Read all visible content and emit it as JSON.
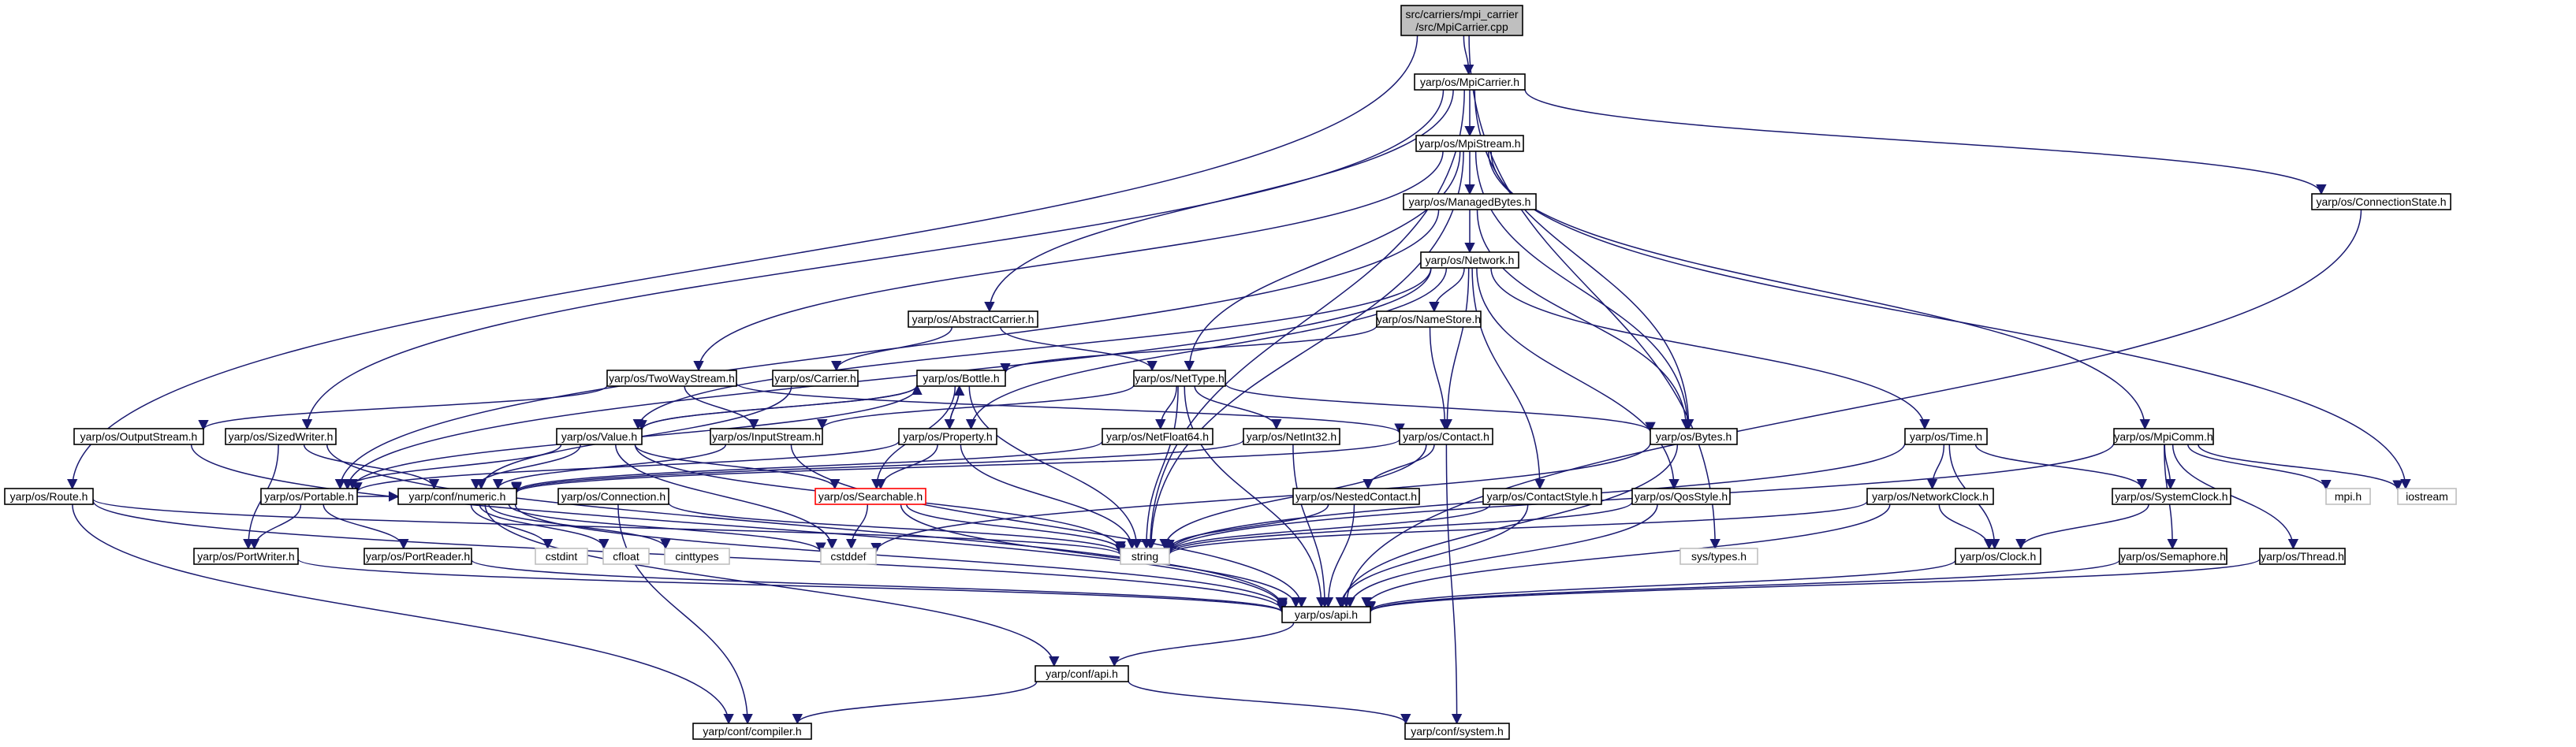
{
  "diagram": {
    "type": "include-dependency-graph",
    "colors": {
      "edge": "#191970",
      "node_border": "#000000",
      "node_fill": "#ffffff",
      "root_fill": "#bfbfbf",
      "missing_border": "#bfbfbf",
      "incomplete_border": "#ff0000"
    },
    "nodes": {
      "root": {
        "lines": [
          "src/carriers/mpi_carrier",
          "/src/MpiCarrier.cpp"
        ],
        "style": "root"
      },
      "mpicarrier": {
        "label": "yarp/os/MpiCarrier.h",
        "style": "normal"
      },
      "route": {
        "label": "yarp/os/Route.h",
        "style": "normal"
      },
      "mpistream": {
        "label": "yarp/os/MpiStream.h",
        "style": "normal"
      },
      "connstate": {
        "label": "yarp/os/ConnectionState.h",
        "style": "normal"
      },
      "managedbytes": {
        "label": "yarp/os/ManagedBytes.h",
        "style": "normal"
      },
      "network": {
        "label": "yarp/os/Network.h",
        "style": "normal"
      },
      "abstractcarrier": {
        "label": "yarp/os/AbstractCarrier.h",
        "style": "normal"
      },
      "namestore": {
        "label": "yarp/os/NameStore.h",
        "style": "normal"
      },
      "twowaystream": {
        "label": "yarp/os/TwoWayStream.h",
        "style": "normal"
      },
      "carrier": {
        "label": "yarp/os/Carrier.h",
        "style": "normal"
      },
      "bottle": {
        "label": "yarp/os/Bottle.h",
        "style": "normal"
      },
      "nettype": {
        "label": "yarp/os/NetType.h",
        "style": "normal"
      },
      "outputstream": {
        "label": "yarp/os/OutputStream.h",
        "style": "normal"
      },
      "sizedwriter": {
        "label": "yarp/os/SizedWriter.h",
        "style": "normal"
      },
      "value": {
        "label": "yarp/os/Value.h",
        "style": "normal"
      },
      "inputstream": {
        "label": "yarp/os/InputStream.h",
        "style": "normal"
      },
      "property": {
        "label": "yarp/os/Property.h",
        "style": "normal"
      },
      "netfloat64": {
        "label": "yarp/os/NetFloat64.h",
        "style": "normal"
      },
      "netint32": {
        "label": "yarp/os/NetInt32.h",
        "style": "normal"
      },
      "contact": {
        "label": "yarp/os/Contact.h",
        "style": "normal"
      },
      "bytes": {
        "label": "yarp/os/Bytes.h",
        "style": "normal"
      },
      "time": {
        "label": "yarp/os/Time.h",
        "style": "normal"
      },
      "mpicomm": {
        "label": "yarp/os/MpiComm.h",
        "style": "normal"
      },
      "portable": {
        "label": "yarp/os/Portable.h",
        "style": "normal"
      },
      "numeric": {
        "label": "yarp/conf/numeric.h",
        "style": "normal"
      },
      "connection": {
        "label": "yarp/os/Connection.h",
        "style": "normal"
      },
      "searchable": {
        "label": "yarp/os/Searchable.h",
        "style": "incomplete"
      },
      "nestedcontact": {
        "label": "yarp/os/NestedContact.h",
        "style": "normal"
      },
      "contactstyle": {
        "label": "yarp/os/ContactStyle.h",
        "style": "normal"
      },
      "qosstyle": {
        "label": "yarp/os/QosStyle.h",
        "style": "normal"
      },
      "networkclock": {
        "label": "yarp/os/NetworkClock.h",
        "style": "normal"
      },
      "systemclock": {
        "label": "yarp/os/SystemClock.h",
        "style": "normal"
      },
      "mpih": {
        "label": "mpi.h",
        "style": "missing"
      },
      "iostream": {
        "label": "iostream",
        "style": "missing"
      },
      "portwriter": {
        "label": "yarp/os/PortWriter.h",
        "style": "normal"
      },
      "portreader": {
        "label": "yarp/os/PortReader.h",
        "style": "normal"
      },
      "cstdint": {
        "label": "cstdint",
        "style": "missing"
      },
      "cfloat": {
        "label": "cfloat",
        "style": "missing"
      },
      "cinttypes": {
        "label": "cinttypes",
        "style": "missing"
      },
      "cstddef": {
        "label": "cstddef",
        "style": "missing"
      },
      "string": {
        "label": "string",
        "style": "missing"
      },
      "systypes": {
        "label": "sys/types.h",
        "style": "missing"
      },
      "clock": {
        "label": "yarp/os/Clock.h",
        "style": "normal"
      },
      "semaphore": {
        "label": "yarp/os/Semaphore.h",
        "style": "normal"
      },
      "thread": {
        "label": "yarp/os/Thread.h",
        "style": "normal"
      },
      "apih": {
        "label": "yarp/os/api.h",
        "style": "normal"
      },
      "confapi": {
        "label": "yarp/conf/api.h",
        "style": "normal"
      },
      "compiler": {
        "label": "yarp/conf/compiler.h",
        "style": "normal"
      },
      "system": {
        "label": "yarp/conf/system.h",
        "style": "normal"
      }
    },
    "edges": [
      [
        "root",
        "mpicarrier"
      ],
      [
        "root",
        "route"
      ],
      [
        "root",
        "systypes"
      ],
      [
        "mpicarrier",
        "mpistream"
      ],
      [
        "mpicarrier",
        "connstate"
      ],
      [
        "mpicarrier",
        "abstractcarrier"
      ],
      [
        "mpicarrier",
        "sizedwriter"
      ],
      [
        "mpicarrier",
        "bytes"
      ],
      [
        "mpicarrier",
        "string"
      ],
      [
        "mpistream",
        "managedbytes"
      ],
      [
        "mpistream",
        "twowaystream"
      ],
      [
        "mpistream",
        "nettype"
      ],
      [
        "mpistream",
        "mpicomm"
      ],
      [
        "mpistream",
        "iostream"
      ],
      [
        "mpistream",
        "string"
      ],
      [
        "mpistream",
        "bytes"
      ],
      [
        "managedbytes",
        "network"
      ],
      [
        "managedbytes",
        "bytes"
      ],
      [
        "managedbytes",
        "portable"
      ],
      [
        "network",
        "namestore"
      ],
      [
        "network",
        "contact"
      ],
      [
        "network",
        "time"
      ],
      [
        "network",
        "property"
      ],
      [
        "network",
        "value"
      ],
      [
        "network",
        "portable"
      ],
      [
        "network",
        "contactstyle"
      ],
      [
        "network",
        "qosstyle"
      ],
      [
        "namestore",
        "bottle"
      ],
      [
        "namestore",
        "contact"
      ],
      [
        "abstractcarrier",
        "carrier"
      ],
      [
        "abstractcarrier",
        "nettype"
      ],
      [
        "carrier",
        "numeric"
      ],
      [
        "twowaystream",
        "outputstream"
      ],
      [
        "twowaystream",
        "inputstream"
      ],
      [
        "twowaystream",
        "contact"
      ],
      [
        "bottle",
        "value"
      ],
      [
        "bottle",
        "portable"
      ],
      [
        "bottle",
        "property"
      ],
      [
        "bottle",
        "searchable"
      ],
      [
        "bottle",
        "string"
      ],
      [
        "nettype",
        "netfloat64"
      ],
      [
        "nettype",
        "netint32"
      ],
      [
        "nettype",
        "bytes"
      ],
      [
        "nettype",
        "inputstream"
      ],
      [
        "nettype",
        "string"
      ],
      [
        "nettype",
        "apih"
      ],
      [
        "outputstream",
        "apih"
      ],
      [
        "sizedwriter",
        "portwriter"
      ],
      [
        "sizedwriter",
        "numeric"
      ],
      [
        "sizedwriter",
        "apih"
      ],
      [
        "value",
        "bottle"
      ],
      [
        "value",
        "portable"
      ],
      [
        "value",
        "numeric"
      ],
      [
        "value",
        "searchable"
      ],
      [
        "value",
        "string"
      ],
      [
        "value",
        "cstddef"
      ],
      [
        "inputstream",
        "numeric"
      ],
      [
        "inputstream",
        "apih"
      ],
      [
        "property",
        "bottle"
      ],
      [
        "property",
        "searchable"
      ],
      [
        "property",
        "string"
      ],
      [
        "property",
        "portable"
      ],
      [
        "netfloat64",
        "numeric"
      ],
      [
        "netint32",
        "numeric"
      ],
      [
        "netint32",
        "apih"
      ],
      [
        "contact",
        "nestedcontact"
      ],
      [
        "contact",
        "numeric"
      ],
      [
        "contact",
        "string"
      ],
      [
        "contact",
        "system"
      ],
      [
        "bytes",
        "apih"
      ],
      [
        "bytes",
        "cstddef"
      ],
      [
        "time",
        "networkclock"
      ],
      [
        "time",
        "systemclock"
      ],
      [
        "time",
        "clock"
      ],
      [
        "time",
        "string"
      ],
      [
        "mpicomm",
        "mpih"
      ],
      [
        "mpicomm",
        "iostream"
      ],
      [
        "mpicomm",
        "systemclock"
      ],
      [
        "mpicomm",
        "semaphore"
      ],
      [
        "mpicomm",
        "thread"
      ],
      [
        "mpicomm",
        "string"
      ],
      [
        "connstate",
        "apih"
      ],
      [
        "route",
        "string"
      ],
      [
        "route",
        "apih"
      ],
      [
        "route",
        "compiler"
      ],
      [
        "portable",
        "portwriter"
      ],
      [
        "portable",
        "portreader"
      ],
      [
        "portable",
        "numeric"
      ],
      [
        "numeric",
        "cstdint"
      ],
      [
        "numeric",
        "cfloat"
      ],
      [
        "numeric",
        "cinttypes"
      ],
      [
        "numeric",
        "cstddef"
      ],
      [
        "numeric",
        "apih"
      ],
      [
        "numeric",
        "confapi"
      ],
      [
        "connection",
        "string"
      ],
      [
        "connection",
        "compiler"
      ],
      [
        "searchable",
        "cstddef"
      ],
      [
        "searchable",
        "string"
      ],
      [
        "searchable",
        "apih"
      ],
      [
        "nestedcontact",
        "string"
      ],
      [
        "nestedcontact",
        "apih"
      ],
      [
        "contactstyle",
        "string"
      ],
      [
        "contactstyle",
        "apih"
      ],
      [
        "qosstyle",
        "string"
      ],
      [
        "qosstyle",
        "apih"
      ],
      [
        "networkclock",
        "clock"
      ],
      [
        "networkclock",
        "string"
      ],
      [
        "networkclock",
        "apih"
      ],
      [
        "systemclock",
        "clock"
      ],
      [
        "clock",
        "apih"
      ],
      [
        "semaphore",
        "apih"
      ],
      [
        "thread",
        "apih"
      ],
      [
        "portwriter",
        "apih"
      ],
      [
        "portreader",
        "apih"
      ],
      [
        "apih",
        "confapi"
      ],
      [
        "confapi",
        "compiler"
      ],
      [
        "confapi",
        "system"
      ]
    ]
  }
}
